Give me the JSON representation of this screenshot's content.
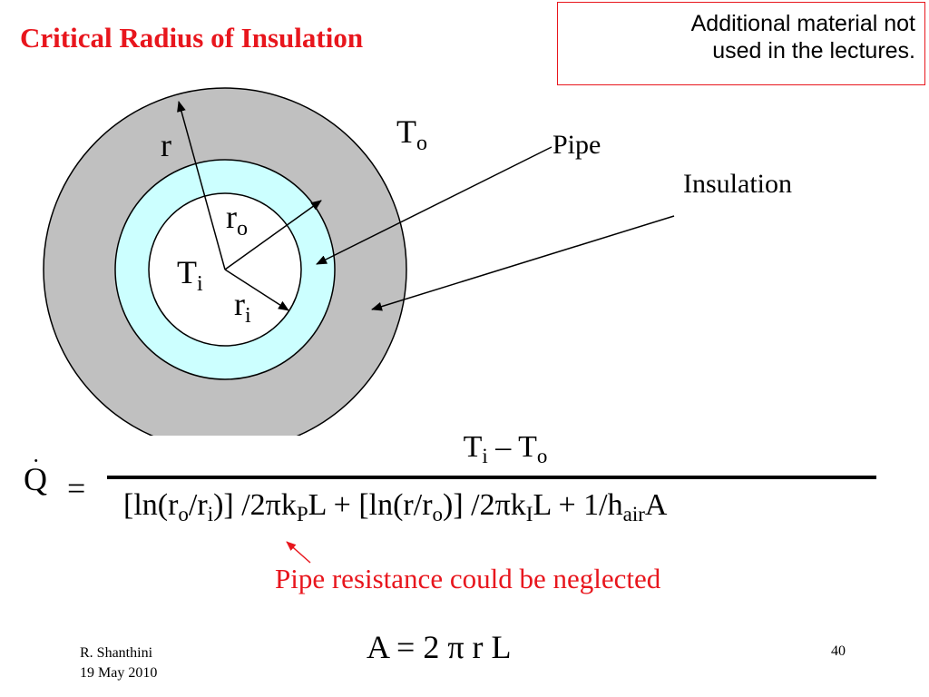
{
  "slide": {
    "title": "Critical Radius of Insulation",
    "note_line1": "Additional material not",
    "note_line2": "used in the lectures."
  },
  "diagram": {
    "colors": {
      "insulation": "#c0c0c0",
      "pipe": "#ccffff",
      "core": "#ffffff",
      "outline": "#000000"
    },
    "labels": {
      "r": "r",
      "To_base": "T",
      "To_sub": "o",
      "ro_base": "r",
      "ro_sub": "o",
      "Ti_base": "T",
      "Ti_sub": "i",
      "ri_base": "r",
      "ri_sub": "i",
      "pipe": "Pipe",
      "insulation": "Insulation"
    }
  },
  "equation": {
    "q_symbol": "Q",
    "q_dot": "˙",
    "equals": "=",
    "num_T1": "T",
    "num_sub1": "i",
    "num_mid": " – T",
    "num_sub2": "o",
    "d1": "[ln(r",
    "d1_sub": "o",
    "d2": "/r",
    "d2_sub": "i",
    "d3": ")] /2πk",
    "d3_sub": "P",
    "d4": "L  + [ln(r/r",
    "d4_sub": "o",
    "d5": ")] /2πk",
    "d5_sub": "I",
    "d6": "L + 1/h",
    "d6_sub": "air",
    "d7": "A",
    "neglect_note": "Pipe resistance could be neglected",
    "area_eq": "A = 2 π r L"
  },
  "footer": {
    "author": "R. Shanthini",
    "date": "19 May 2010",
    "page": "40"
  }
}
